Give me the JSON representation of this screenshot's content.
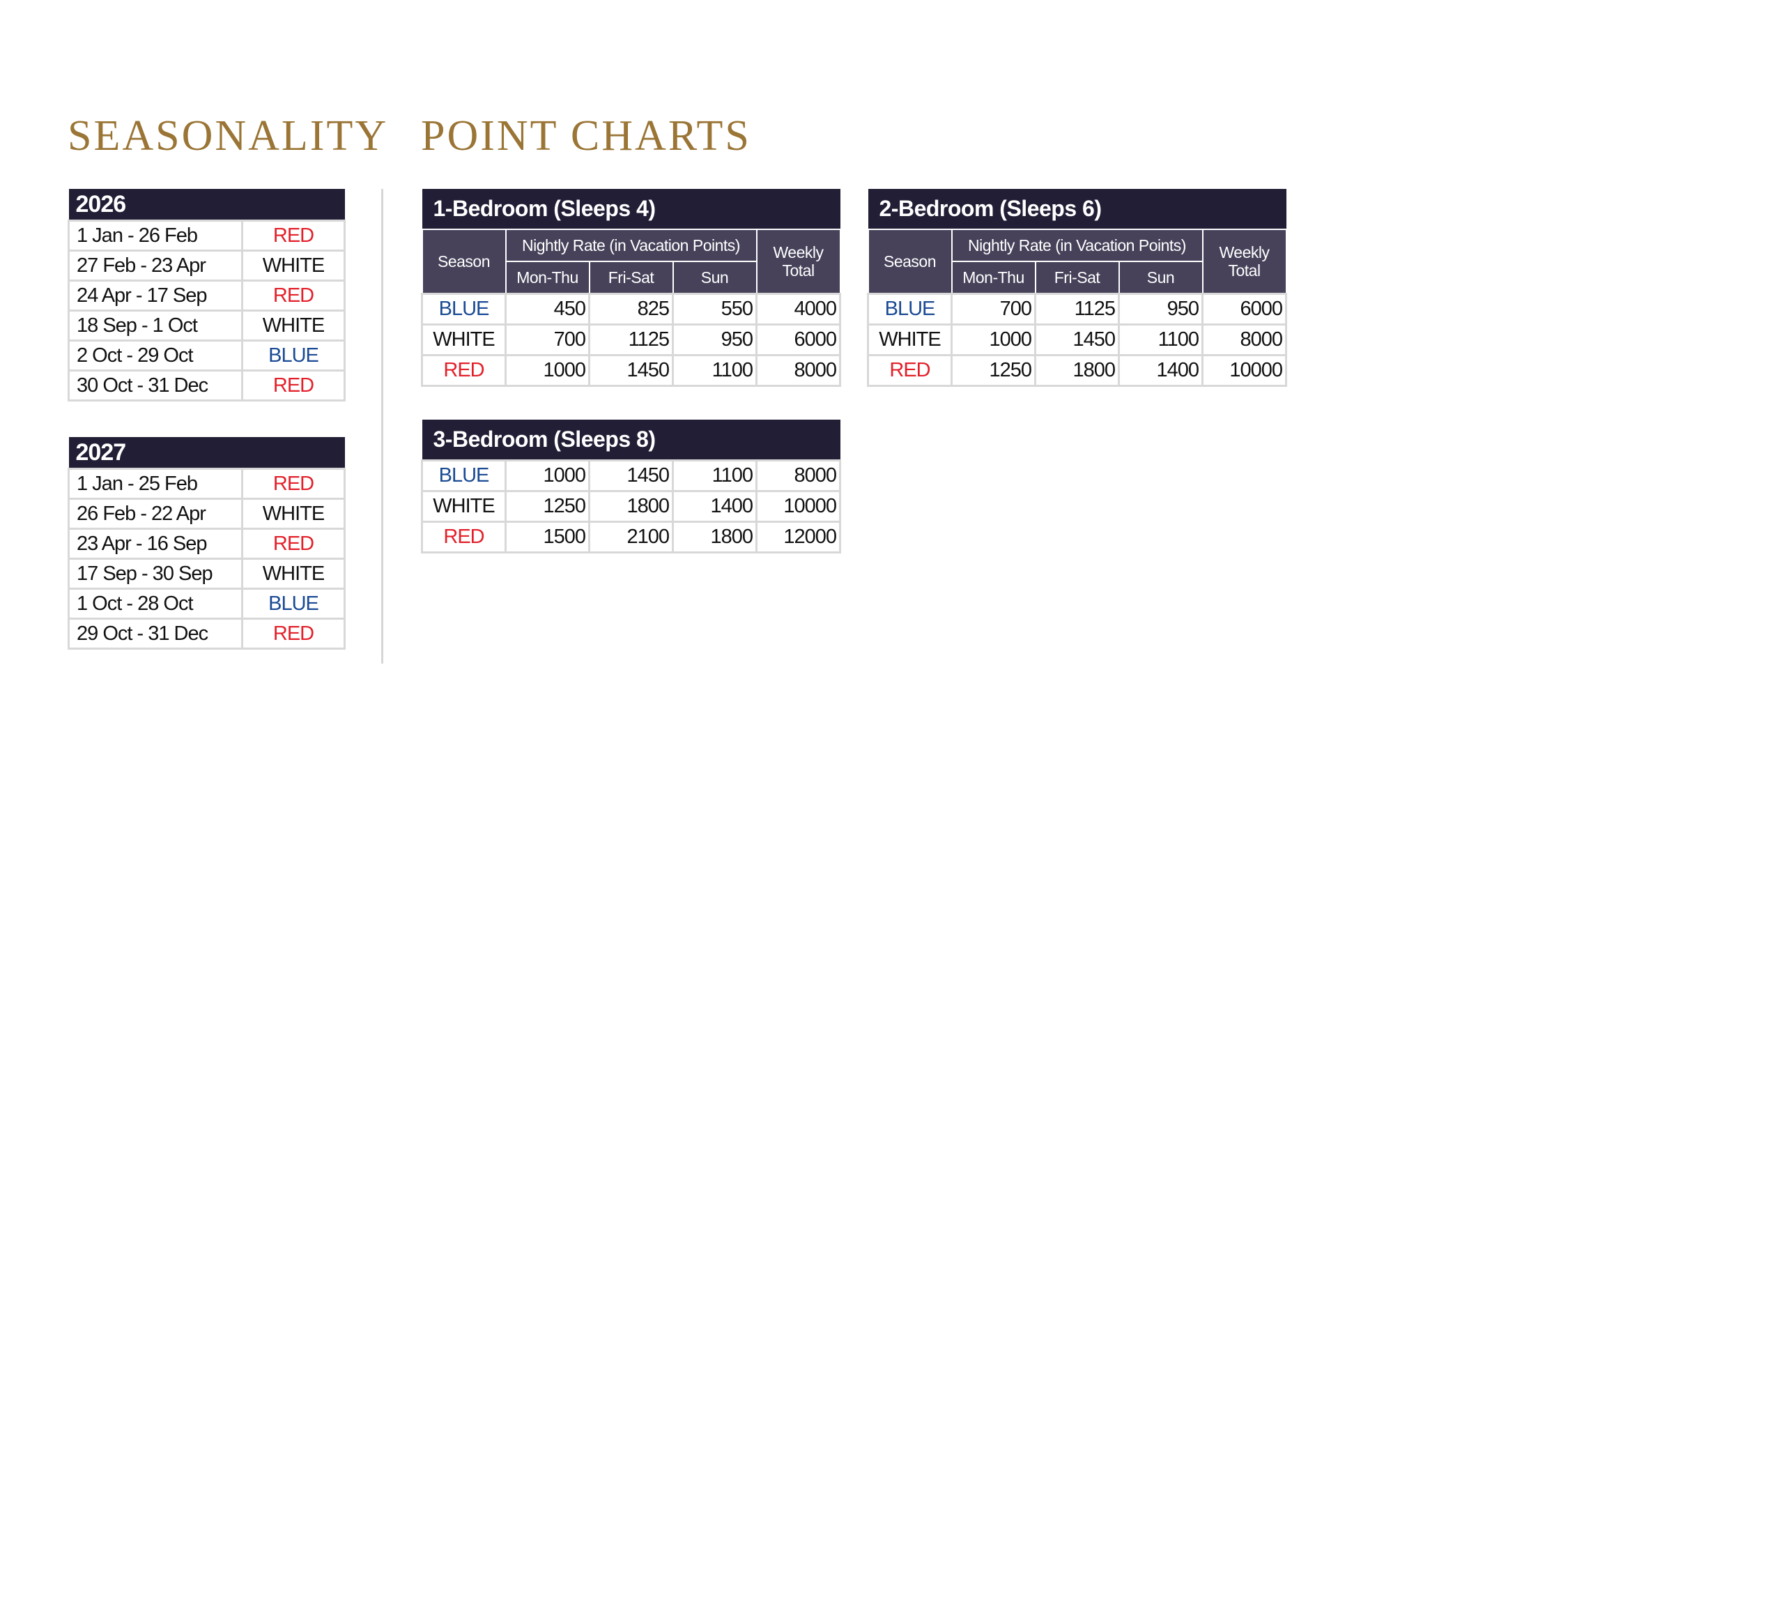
{
  "seasonality": {
    "title": "SEASONALITY",
    "years": [
      {
        "year": "2026",
        "rows": [
          {
            "dates": "1 Jan - 26 Feb",
            "season": "RED"
          },
          {
            "dates": "27 Feb - 23 Apr",
            "season": "WHITE"
          },
          {
            "dates": "24 Apr - 17 Sep",
            "season": "RED"
          },
          {
            "dates": "18 Sep - 1 Oct",
            "season": "WHITE"
          },
          {
            "dates": "2 Oct - 29 Oct",
            "season": "BLUE"
          },
          {
            "dates": "30 Oct - 31 Dec",
            "season": "RED"
          }
        ]
      },
      {
        "year": "2027",
        "rows": [
          {
            "dates": "1 Jan - 25 Feb",
            "season": "RED"
          },
          {
            "dates": "26 Feb - 22 Apr",
            "season": "WHITE"
          },
          {
            "dates": "23 Apr - 16 Sep",
            "season": "RED"
          },
          {
            "dates": "17  Sep - 30 Sep",
            "season": "WHITE"
          },
          {
            "dates": "1 Oct - 28 Oct",
            "season": "BLUE"
          },
          {
            "dates": "29 Oct - 31 Dec",
            "season": "RED"
          }
        ]
      }
    ]
  },
  "point_charts": {
    "title": "POINT CHARTS",
    "headers": {
      "season": "Season",
      "nightly": "Nightly Rate (in Vacation Points)",
      "mon_thu": "Mon-Thu",
      "fri_sat": "Fri-Sat",
      "sun": "Sun",
      "weekly": "Weekly Total"
    },
    "tables": [
      {
        "title": "1-Bedroom (Sleeps 4)",
        "show_header": true,
        "rows": [
          {
            "season": "BLUE",
            "mon_thu": "450",
            "fri_sat": "825",
            "sun": "550",
            "weekly": "4000"
          },
          {
            "season": "WHITE",
            "mon_thu": "700",
            "fri_sat": "1125",
            "sun": "950",
            "weekly": "6000"
          },
          {
            "season": "RED",
            "mon_thu": "1000",
            "fri_sat": "1450",
            "sun": "1100",
            "weekly": "8000"
          }
        ]
      },
      {
        "title": "2-Bedroom (Sleeps 6)",
        "show_header": true,
        "rows": [
          {
            "season": "BLUE",
            "mon_thu": "700",
            "fri_sat": "1125",
            "sun": "950",
            "weekly": "6000"
          },
          {
            "season": "WHITE",
            "mon_thu": "1000",
            "fri_sat": "1450",
            "sun": "1100",
            "weekly": "8000"
          },
          {
            "season": "RED",
            "mon_thu": "1250",
            "fri_sat": "1800",
            "sun": "1400",
            "weekly": "10000"
          }
        ]
      },
      {
        "title": "3-Bedroom (Sleeps 8)",
        "show_header": false,
        "rows": [
          {
            "season": "BLUE",
            "mon_thu": "1000",
            "fri_sat": "1450",
            "sun": "1100",
            "weekly": "8000"
          },
          {
            "season": "WHITE",
            "mon_thu": "1250",
            "fri_sat": "1800",
            "sun": "1400",
            "weekly": "10000"
          },
          {
            "season": "RED",
            "mon_thu": "1500",
            "fri_sat": "2100",
            "sun": "1800",
            "weekly": "12000"
          }
        ]
      }
    ]
  },
  "colors": {
    "header": "#221e35",
    "subheader": "#47425a",
    "title": "#9a7535",
    "blue": "#1a4a94",
    "red": "#e3202a"
  }
}
